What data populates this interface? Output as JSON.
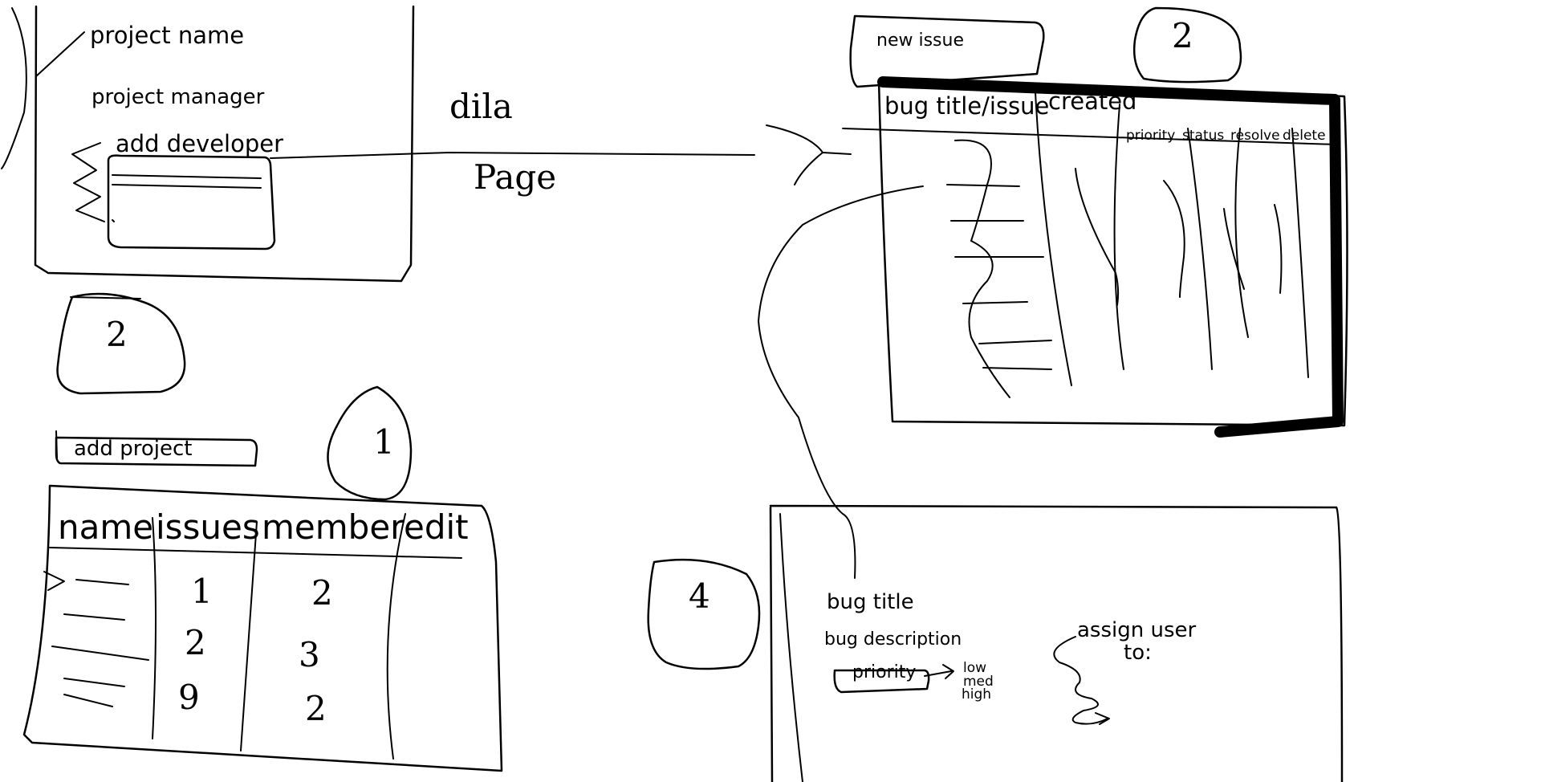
{
  "project_panel": {
    "project_name": "project name",
    "project_manager": "project manager",
    "add_developer": "add developer",
    "badge": "2"
  },
  "link": {
    "line1": "dila",
    "line2": "Page"
  },
  "projects_panel": {
    "badge": "1",
    "add_project": "add project",
    "columns": [
      "name",
      "issues",
      "member",
      "edit"
    ],
    "issues": [
      "1",
      "2",
      "9"
    ],
    "members": [
      "2",
      "3",
      "2"
    ]
  },
  "issues_panel": {
    "new_issue": "new issue",
    "badge": "2",
    "col_title": "bug title/issue",
    "col_created": "created",
    "subcolumns": [
      "priority",
      "status",
      "resolve",
      "delete"
    ]
  },
  "bug_form": {
    "badge": "4",
    "bug_title": "bug title",
    "bug_description": "bug description",
    "priority": "priority",
    "priority_options": [
      "low",
      "med",
      "high"
    ],
    "assign_user": "assign user",
    "assign_user_to": "to:"
  }
}
